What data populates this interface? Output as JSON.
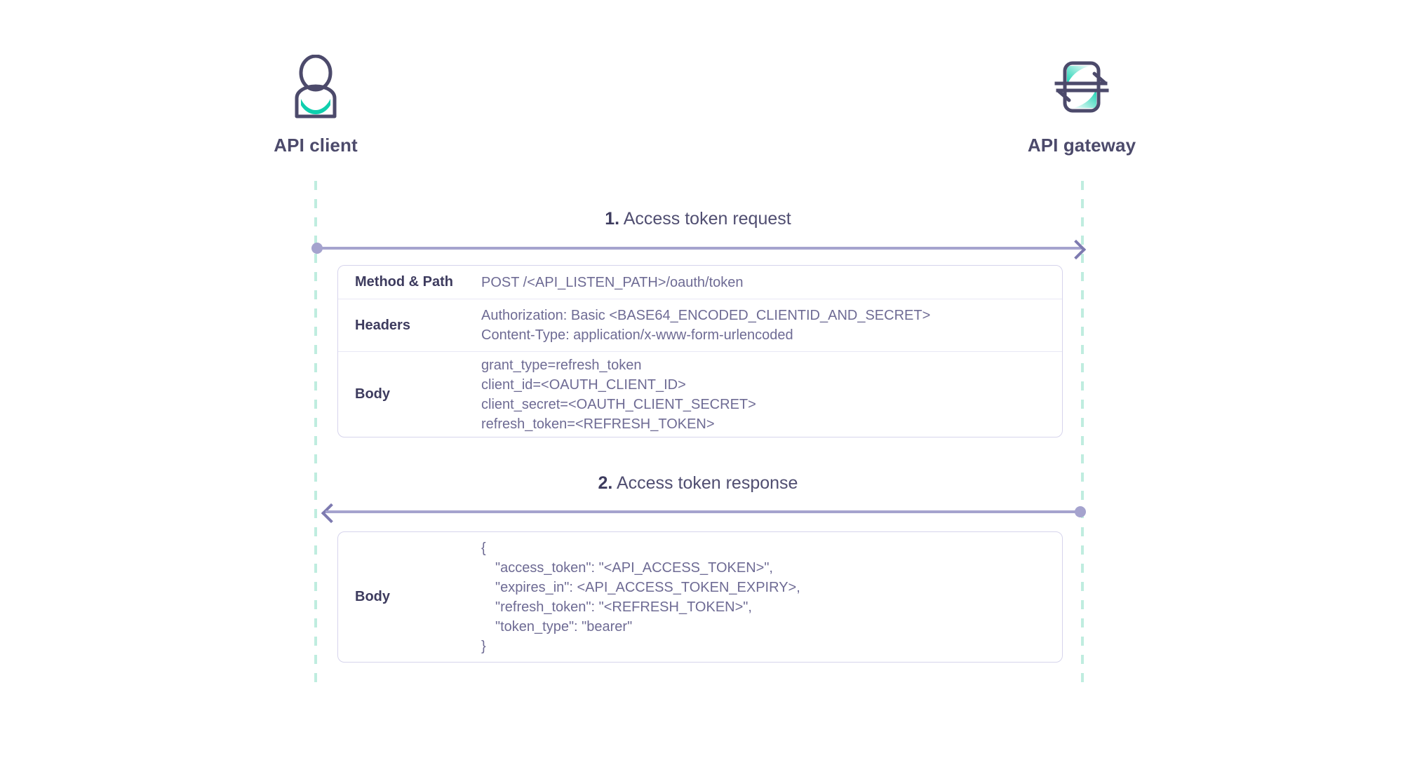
{
  "diagram": {
    "title": "OAuth refresh token flow sequence diagram",
    "colors": {
      "lifeline": "#bfeddf",
      "arrow": "#a5a3ce",
      "arrow_head": "#7d7ab0",
      "label_text": "#3d3b5e",
      "value_text": "#6e6b94",
      "card_border": "#d6d4ec",
      "row_divider": "#e8e7f5",
      "icon_stroke": "#4c4a6b",
      "icon_accent": "#0fcfae"
    }
  },
  "participants": [
    {
      "id": "client",
      "label": "API client",
      "icon": "user-icon"
    },
    {
      "id": "gateway",
      "label": "API gateway",
      "icon": "api-gateway-icon"
    }
  ],
  "steps": [
    {
      "number": "1.",
      "title": "Access token request",
      "direction": "client-to-gateway",
      "rows": [
        {
          "label": "Method & Path",
          "lines": [
            "POST /<API_LISTEN_PATH>/oauth/token"
          ]
        },
        {
          "label": "Headers",
          "lines": [
            "Authorization: Basic <BASE64_ENCODED_CLIENTID_AND_SECRET>",
            "Content-Type: application/x-www-form-urlencoded"
          ]
        },
        {
          "label": "Body",
          "lines": [
            "grant_type=refresh_token",
            "client_id=<OAUTH_CLIENT_ID>",
            "client_secret=<OAUTH_CLIENT_SECRET>",
            "refresh_token=<REFRESH_TOKEN>"
          ]
        }
      ]
    },
    {
      "number": "2.",
      "title": "Access token response",
      "direction": "gateway-to-client",
      "rows": [
        {
          "label": "Body",
          "lines": [
            "{",
            "\"access_token\": \"<API_ACCESS_TOKEN>\",",
            "\"expires_in\": <API_ACCESS_TOKEN_EXPIRY>,",
            "\"refresh_token\": \"<REFRESH_TOKEN>\",",
            "\"token_type\": \"bearer\"",
            "}"
          ]
        }
      ]
    }
  ]
}
